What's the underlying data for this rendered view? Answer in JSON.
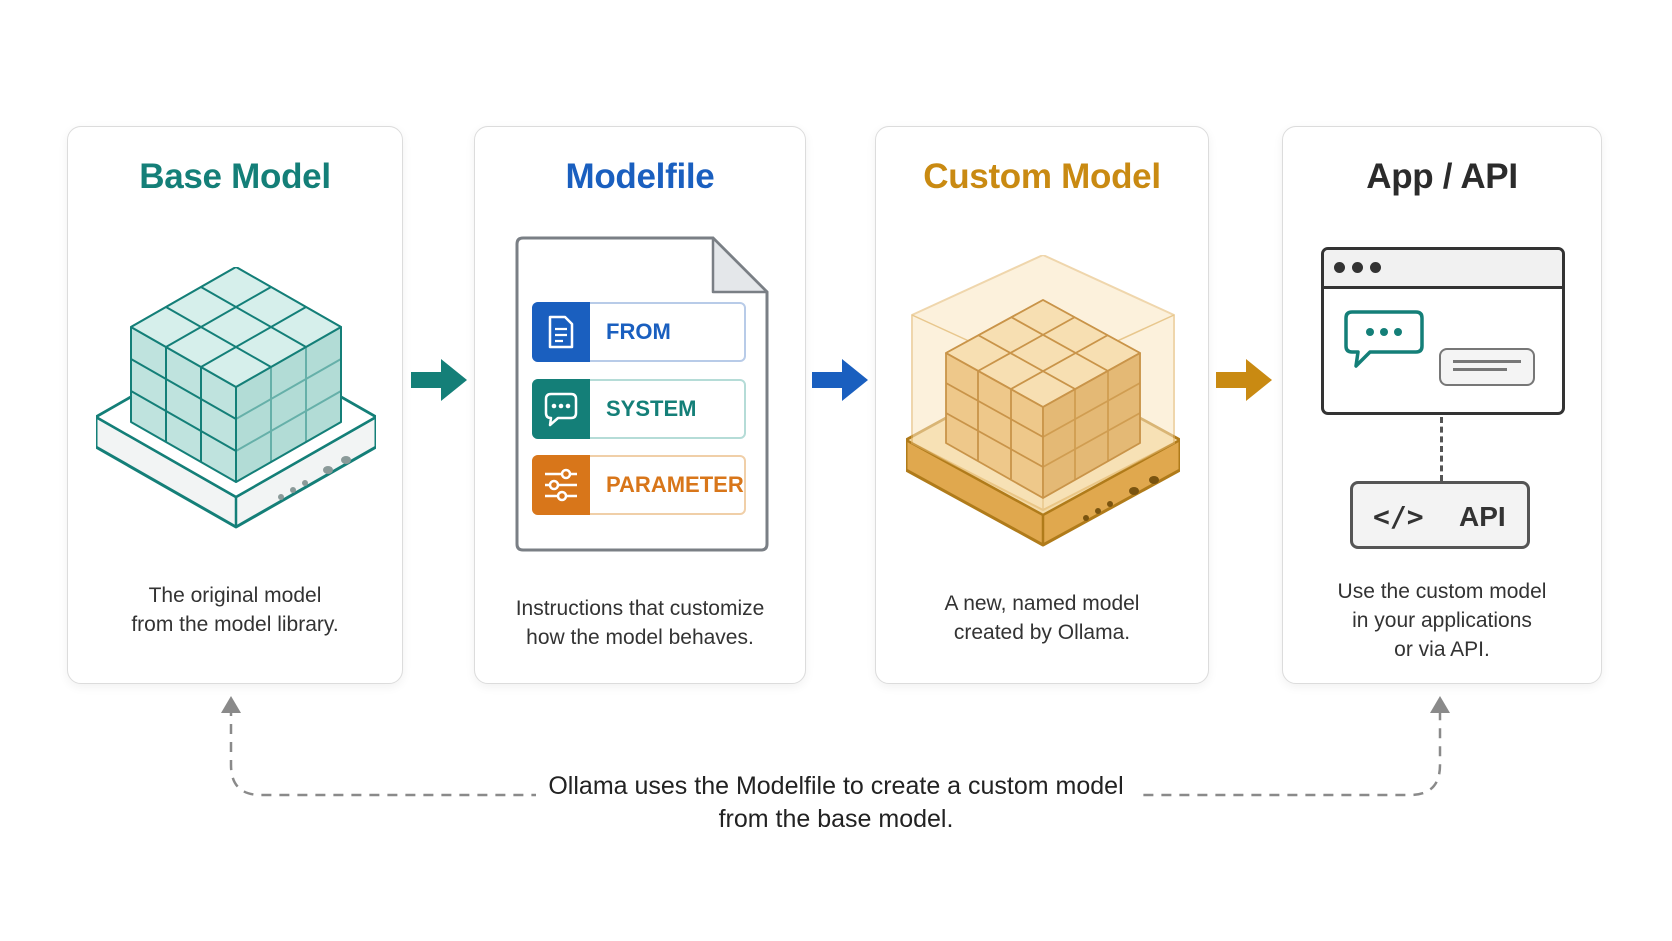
{
  "colors": {
    "teal": "#147f78",
    "blue": "#1a5fbf",
    "gold": "#c98a12",
    "dark": "#2b2b2b",
    "orange": "#d8761a",
    "card_border": "#dcdcdc"
  },
  "stages": [
    {
      "title": "Base Model",
      "title_color": "#147f78",
      "description": [
        "The original model",
        "from the model library."
      ],
      "icon": "teal-cube-stack-icon"
    },
    {
      "title": "Modelfile",
      "title_color": "#1a5fbf",
      "description": [
        "Instructions that customize",
        "how the model behaves."
      ],
      "icon": "document-icon",
      "instructions": [
        {
          "label": "FROM",
          "color": "#1a5fbf",
          "icon": "file-text-icon"
        },
        {
          "label": "SYSTEM",
          "color": "#147f78",
          "icon": "chat-bubble-icon"
        },
        {
          "label": "PARAMETER",
          "color": "#d8761a",
          "icon": "sliders-icon"
        }
      ]
    },
    {
      "title": "Custom Model",
      "title_color": "#c98a12",
      "description": [
        "A new, named model",
        "created by Ollama."
      ],
      "icon": "gold-cube-stack-icon"
    },
    {
      "title": "App / API",
      "title_color": "#2b2b2b",
      "description": [
        "Use the custom model",
        "in your applications",
        "or via API."
      ],
      "icon": "app-window-icon",
      "api_label": "API",
      "code_symbol": "</>"
    }
  ],
  "arrows": [
    {
      "color": "#147f78",
      "icon": "arrow-right-icon"
    },
    {
      "color": "#1a5fbf",
      "icon": "arrow-right-icon"
    },
    {
      "color": "#c98a12",
      "icon": "arrow-right-icon"
    }
  ],
  "caption": [
    "Ollama uses the Modelfile to create a custom model",
    "from the base model."
  ]
}
